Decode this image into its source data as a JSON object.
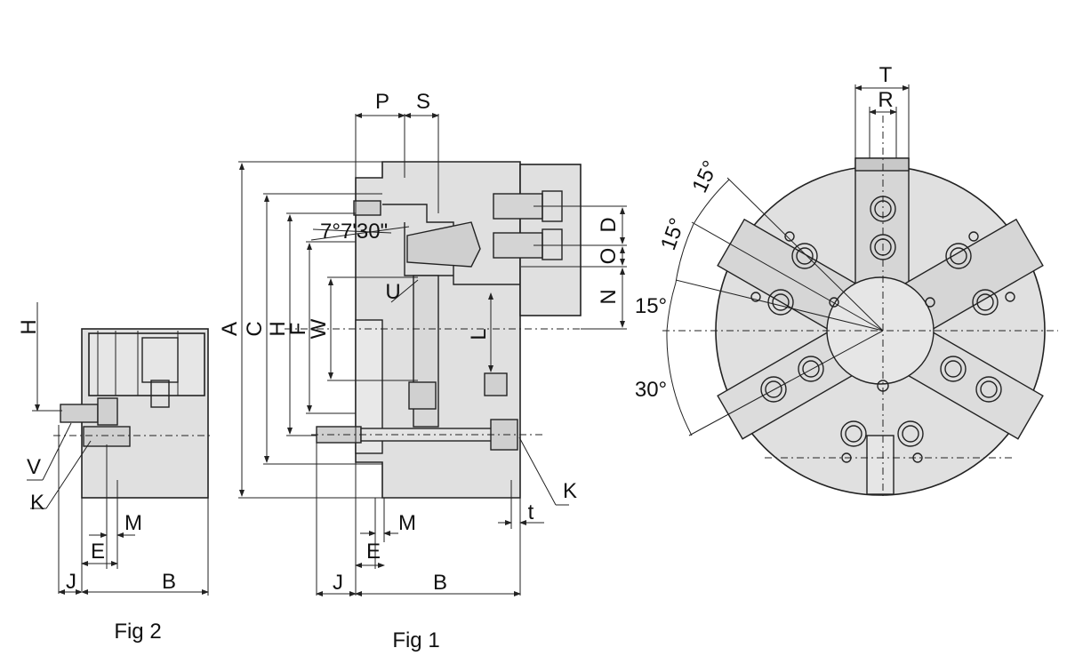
{
  "figures": {
    "fig1_caption": "Fig 1",
    "fig2_caption": "Fig 2"
  },
  "labels": {
    "A": "A",
    "C": "C",
    "H": "H",
    "F": "F",
    "W": "W",
    "L": "L",
    "U": "U",
    "P": "P",
    "S": "S",
    "D": "D",
    "O": "O",
    "N": "N",
    "K": "K",
    "t": "t",
    "J": "J",
    "B": "B",
    "E": "E",
    "M": "M",
    "V": "V",
    "T": "T",
    "R": "R",
    "taper_angle": "7°7'30\"",
    "angle_15a": "15°",
    "angle_15b": "15°",
    "angle_15c": "15°",
    "angle_30": "30°"
  },
  "colors": {
    "body_fill": "#e0e0e0",
    "stroke": "#222222"
  }
}
